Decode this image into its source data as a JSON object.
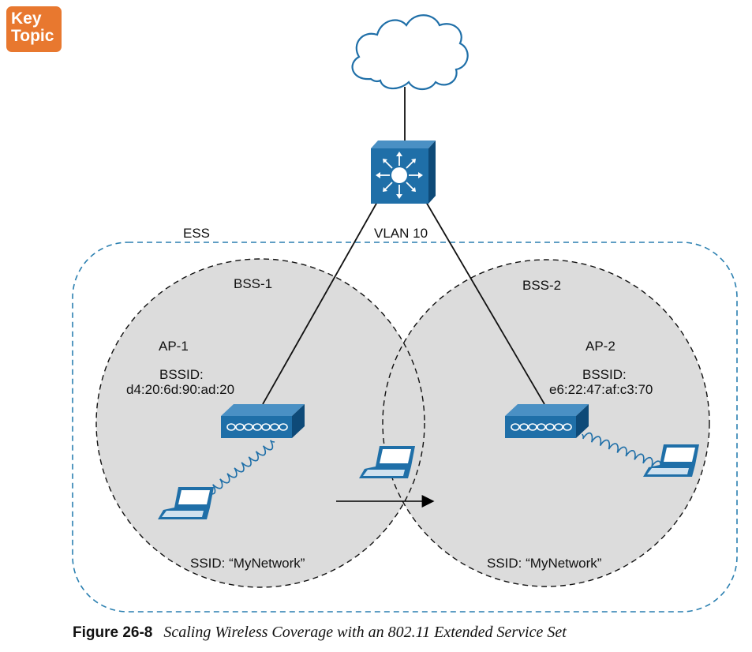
{
  "badge": {
    "line1": "Key",
    "line2": "Topic"
  },
  "labels": {
    "ess": "ESS",
    "vlan": "VLAN 10",
    "bss1": "BSS-1",
    "bss2": "BSS-2",
    "ap1": "AP-1",
    "ap2": "AP-2",
    "bssid_label": "BSSID:",
    "bssid1": "d4:20:6d:90:ad:20",
    "bssid2": "e6:22:47:af:c3:70",
    "ssid1": "SSID: “MyNetwork”",
    "ssid2": "SSID: “MyNetwork”"
  },
  "caption": {
    "number": "Figure 26-8",
    "title": "Scaling Wireless Coverage with an 802.11 Extended Service Set"
  },
  "colors": {
    "device_blue": "#1f6fa8",
    "device_dark": "#0e4a78",
    "ess_border": "#2a7fb0",
    "cell_fill": "#dcdcdc",
    "badge": "#e8782f"
  },
  "icons": [
    "cloud-icon",
    "multilayer-switch-icon",
    "access-point-icon",
    "laptop-icon",
    "wireless-signal-icon",
    "arrow-icon"
  ]
}
